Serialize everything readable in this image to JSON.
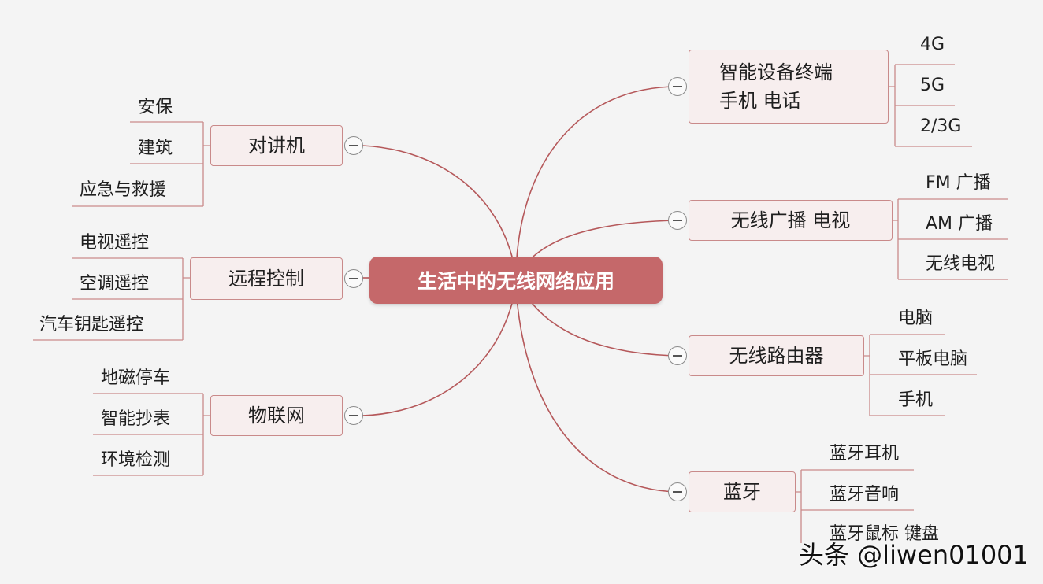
{
  "center": {
    "label": "生活中的无线网络应用"
  },
  "branches": {
    "intercom": {
      "label": "对讲机",
      "leaves": [
        "安保",
        "建筑",
        "应急与救援"
      ]
    },
    "remote": {
      "label": "远程控制",
      "leaves": [
        "电视遥控",
        "空调遥控",
        "汽车钥匙遥控"
      ]
    },
    "iot": {
      "label": "物联网",
      "leaves": [
        "地磁停车",
        "智能抄表",
        "环境检测"
      ]
    },
    "smart_terminal": {
      "line1": "智能设备终端",
      "line2": "手机 电话",
      "leaves": [
        "4G",
        "5G",
        "2/3G"
      ]
    },
    "broadcast": {
      "label": "无线广播 电视",
      "leaves": [
        "FM 广播",
        "AM 广播",
        "无线电视"
      ]
    },
    "router": {
      "label": "无线路由器",
      "leaves": [
        "电脑",
        "平板电脑",
        "手机"
      ]
    },
    "bluetooth": {
      "label": "蓝牙",
      "leaves": [
        "蓝牙耳机",
        "蓝牙音响",
        "蓝牙鼠标 键盘"
      ]
    }
  },
  "watermark": "头条 @liwen01001",
  "colors": {
    "center_fill": "#c5686a",
    "node_border": "#c98a8a",
    "node_fill": "#f7eeee",
    "connector": "#b5585a",
    "leaf_line": "#c98a8a"
  },
  "icons": {
    "collapse": "minus-circle-icon"
  }
}
